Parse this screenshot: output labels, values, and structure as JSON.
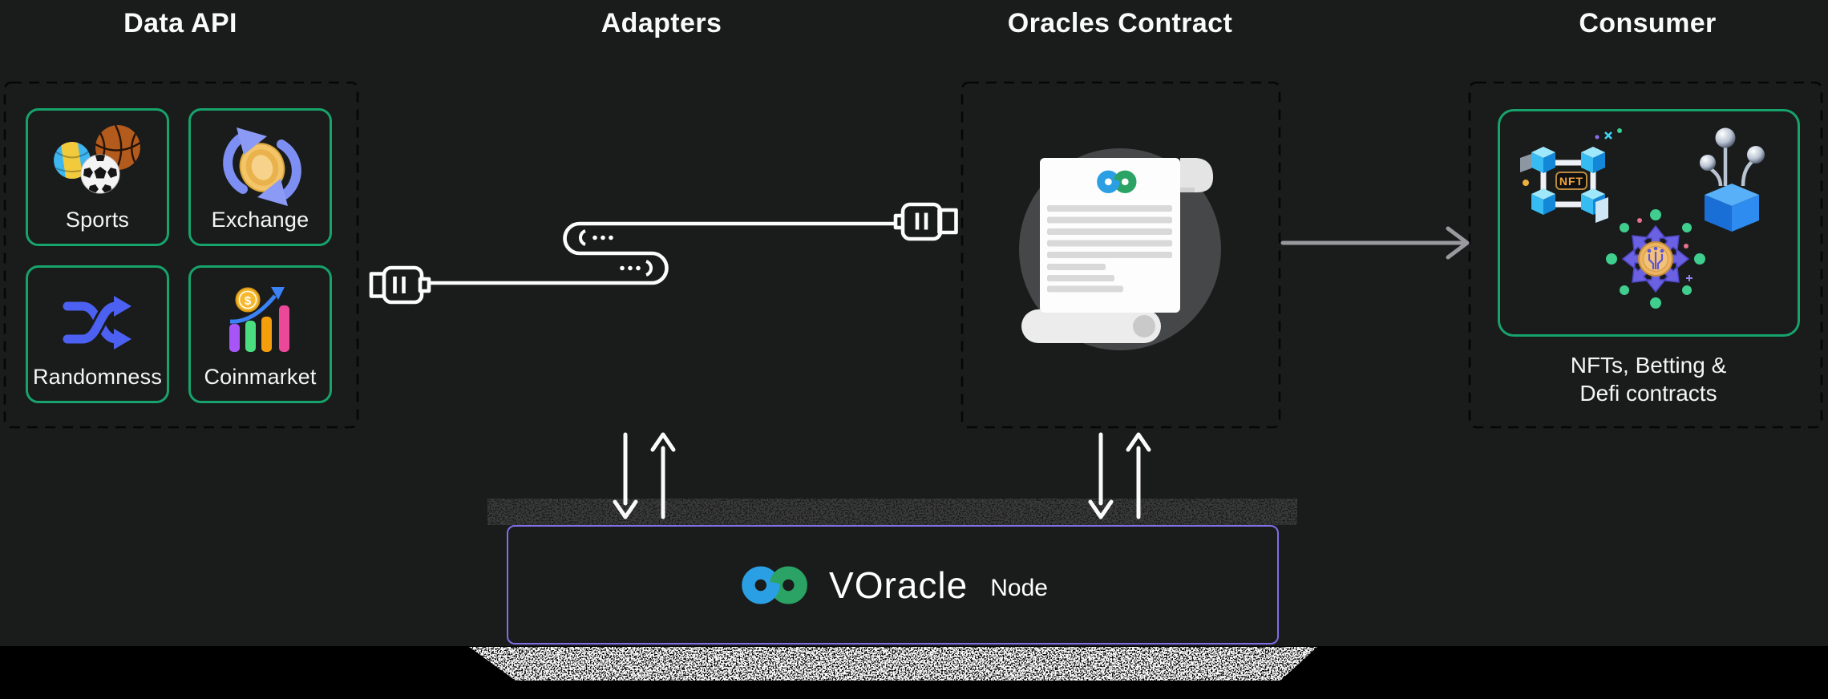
{
  "canvas": {
    "bg": "#1a1b1b",
    "bottom_band_color": "#000000"
  },
  "palette": {
    "green_border": "#17a36c",
    "purple_border": "#7f6fe8",
    "dash_color": "#060606",
    "arrow_gray": "#9a9a9e",
    "white": "#fafafa",
    "logo_blue": "#2b9fe3",
    "logo_green": "#2aa365"
  },
  "headers": {
    "data_api": "Data API",
    "adapters": "Adapters",
    "oracles_contract": "Oracles Contract",
    "consumer": "Consumer"
  },
  "data_api": {
    "tiles": [
      {
        "label": "Sports",
        "icon": "sports-balls-icon"
      },
      {
        "label": "Exchange",
        "icon": "coin-exchange-icon"
      },
      {
        "label": "Randomness",
        "icon": "shuffle-icon"
      },
      {
        "label": "Coinmarket",
        "icon": "market-chart-icon",
        "coin_symbol": "$"
      }
    ]
  },
  "adapters": {
    "icons": [
      "cable-plug-left-icon",
      "cable-plug-right-icon",
      "coiled-cable-icon"
    ]
  },
  "oracles": {
    "icon": "contract-scroll-icon"
  },
  "consumer": {
    "caption_line1": "NFTs, Betting &",
    "caption_line2": "Defi contracts",
    "nft_badge_label": "NFT",
    "icons": [
      "nft-blockchain-icon",
      "blue-cube-pins-icon",
      "radial-arrows-coin-icon"
    ]
  },
  "node_box": {
    "brand": "VOracle",
    "suffix": "Node",
    "icon": "voracle-chain-logo"
  }
}
